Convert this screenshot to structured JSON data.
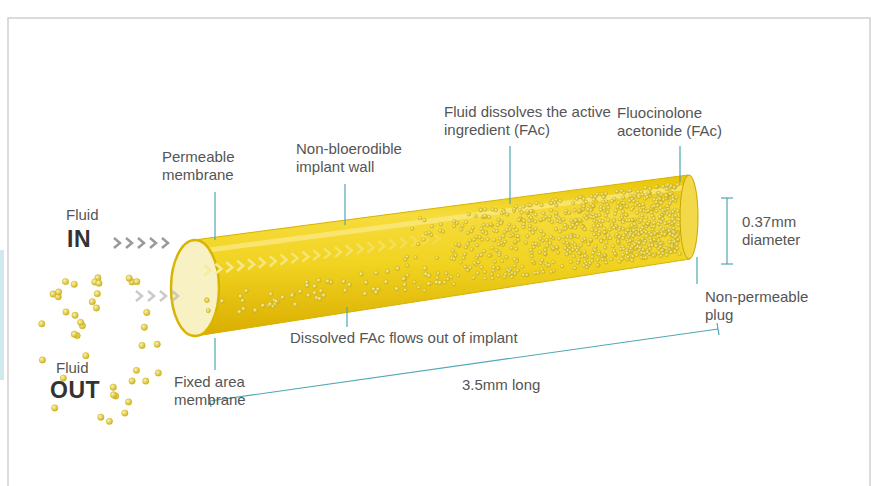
{
  "diagram": {
    "labels": [
      "Permeable membrane",
      "Non-bloerodible implant wall",
      "Fluid dissolves the active ingredient (FAc)",
      "Fluocinolone acetonide (FAc)",
      "0.37mm diameter",
      "Fluid",
      "IN",
      "Fluid",
      "OUT",
      "Non-permeable plug",
      "Fixed area membrane",
      "Dissolved FAc flows out of implant",
      "3.5mm long"
    ]
  }
}
